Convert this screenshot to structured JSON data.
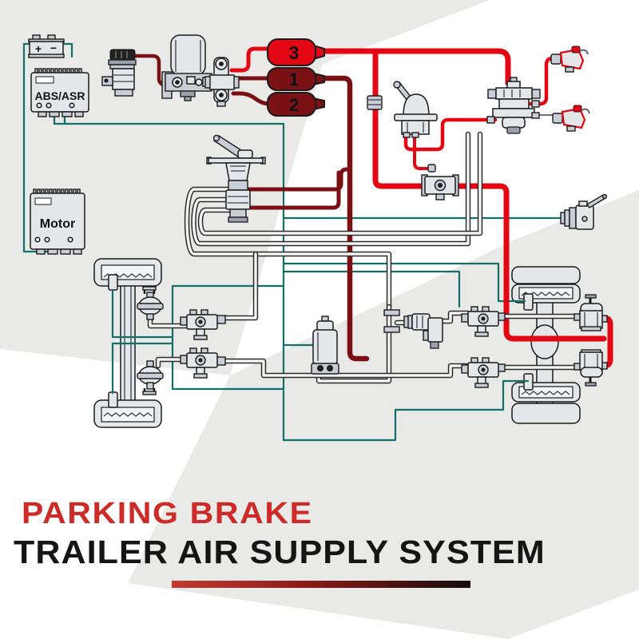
{
  "title": {
    "line1": "PARKING BRAKE",
    "line2": "TRAILER AIR SUPPLY SYSTEM"
  },
  "diagram": {
    "abs_module_label": "ABS/ASR",
    "motor_module_label": "Motor",
    "battery": {
      "plus": "+",
      "minus": "−"
    },
    "reservoirs": [
      "3",
      "1",
      "2"
    ]
  },
  "colors": {
    "bg-gray": "#e9e9e8",
    "teal": "#127068",
    "red": "#e30613",
    "dark-red": "#7a1013",
    "tank-bright": "#e30613",
    "tank-dark": "#7a1114",
    "pipe-light": "#f5f5f5",
    "pipe-edge": "#2b2b2b",
    "part-light": "#e4e7ea",
    "part-mid": "#c9ced6",
    "part-dark": "#9aa1ac",
    "ink": "#1b1b1b",
    "title-red": "#cd2b27",
    "title-black": "#151515",
    "bar-start": "#c23a33",
    "bar-end": "#140c0c"
  }
}
